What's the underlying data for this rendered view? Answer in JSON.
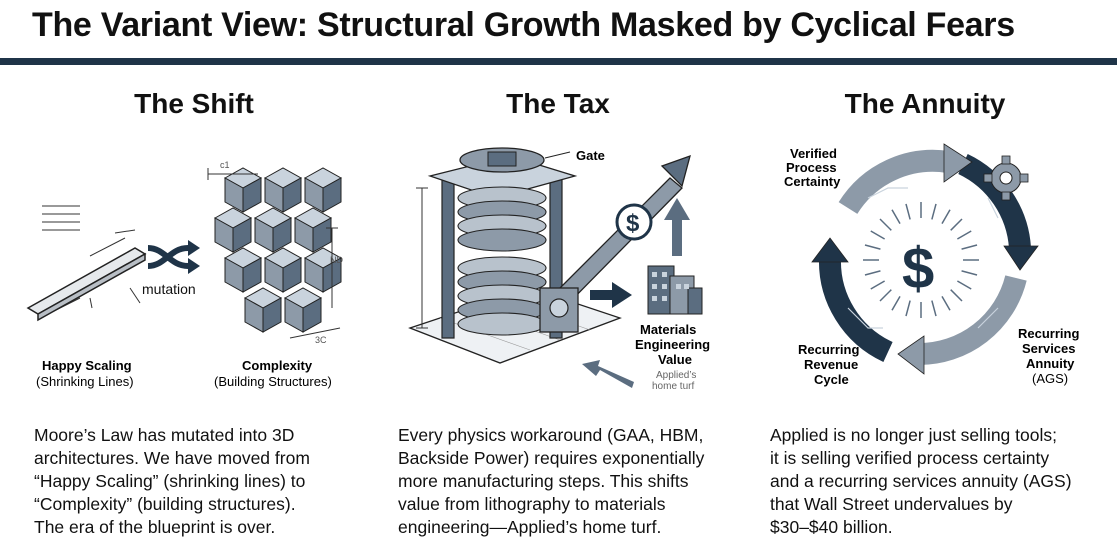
{
  "title": "The Variant View: Structural Growth Masked by Cyclical Fears",
  "columns": [
    {
      "heading": "The Shift",
      "labels": {
        "mutation": "mutation",
        "left_title": "Happy Scaling",
        "left_sub": "(Shrinking Lines)",
        "right_title": "Complexity",
        "right_sub": "(Building Structures)"
      },
      "paragraph": [
        "Moore’s Law has mutated into 3D",
        "architectures. We have moved from",
        "“Happy Scaling” (shrinking lines) to",
        "“Complexity” (building structures).",
        "The era of the blueprint is over."
      ]
    },
    {
      "heading": "The Tax",
      "labels": {
        "gate": "Gate",
        "value_1": "Materials",
        "value_2": "Engineering",
        "value_3": "Value",
        "turf_1": "Applied’s",
        "turf_2": "home turf"
      },
      "paragraph": [
        "Every physics workaround (GAA, HBM,",
        "Backside Power) requires exponentially",
        "more manufacturing steps. This shifts",
        "value from lithography to materials",
        "engineering—Applied’s home turf."
      ]
    },
    {
      "heading": "The Annuity",
      "labels": {
        "verified_1": "Verified",
        "verified_2": "Process",
        "verified_3": "Certainty",
        "recurring_1": "Recurring",
        "recurring_2": "Services",
        "recurring_3": "Annuity",
        "recurring_4": "(AGS)",
        "cycle_1": "Recurring",
        "cycle_2": "Revenue",
        "cycle_3": "Cycle",
        "dollar": "$"
      },
      "paragraph": [
        "Applied is no longer just selling tools;",
        "it is selling verified process certainty",
        "and a recurring services annuity (AGS)",
        "that Wall Street undervalues by",
        "$30–$40 billion."
      ]
    }
  ],
  "colors": {
    "navy": "#1f3448",
    "slate": "#5b6d80",
    "light": "#c9d3dd"
  }
}
